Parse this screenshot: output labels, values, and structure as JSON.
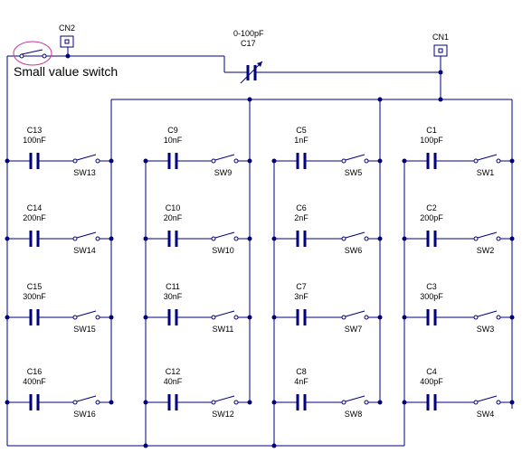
{
  "connectors": {
    "cn2": "CN2",
    "cn1": "CN1"
  },
  "variable_cap": {
    "ref": "C17",
    "value": "0-100pF"
  },
  "annotation": "Small value switch",
  "capacitors": [
    {
      "ref": "C13",
      "value": "100nF",
      "switch": "SW13"
    },
    {
      "ref": "C14",
      "value": "200nF",
      "switch": "SW14"
    },
    {
      "ref": "C15",
      "value": "300nF",
      "switch": "SW15"
    },
    {
      "ref": "C16",
      "value": "400nF",
      "switch": "SW16"
    },
    {
      "ref": "C9",
      "value": "10nF",
      "switch": "SW9"
    },
    {
      "ref": "C10",
      "value": "20nF",
      "switch": "SW10"
    },
    {
      "ref": "C11",
      "value": "30nF",
      "switch": "SW11"
    },
    {
      "ref": "C12",
      "value": "40nF",
      "switch": "SW12"
    },
    {
      "ref": "C5",
      "value": "1nF",
      "switch": "SW5"
    },
    {
      "ref": "C6",
      "value": "2nF",
      "switch": "SW6"
    },
    {
      "ref": "C7",
      "value": "3nF",
      "switch": "SW7"
    },
    {
      "ref": "C8",
      "value": "4nF",
      "switch": "SW8"
    },
    {
      "ref": "C1",
      "value": "100pF",
      "switch": "SW1"
    },
    {
      "ref": "C2",
      "value": "200pF",
      "switch": "SW2"
    },
    {
      "ref": "C3",
      "value": "300pF",
      "switch": "SW3"
    },
    {
      "ref": "C4",
      "value": "400pF",
      "switch": "SW4"
    }
  ],
  "colors": {
    "wire": "#000080",
    "highlight": "#cc3399"
  }
}
